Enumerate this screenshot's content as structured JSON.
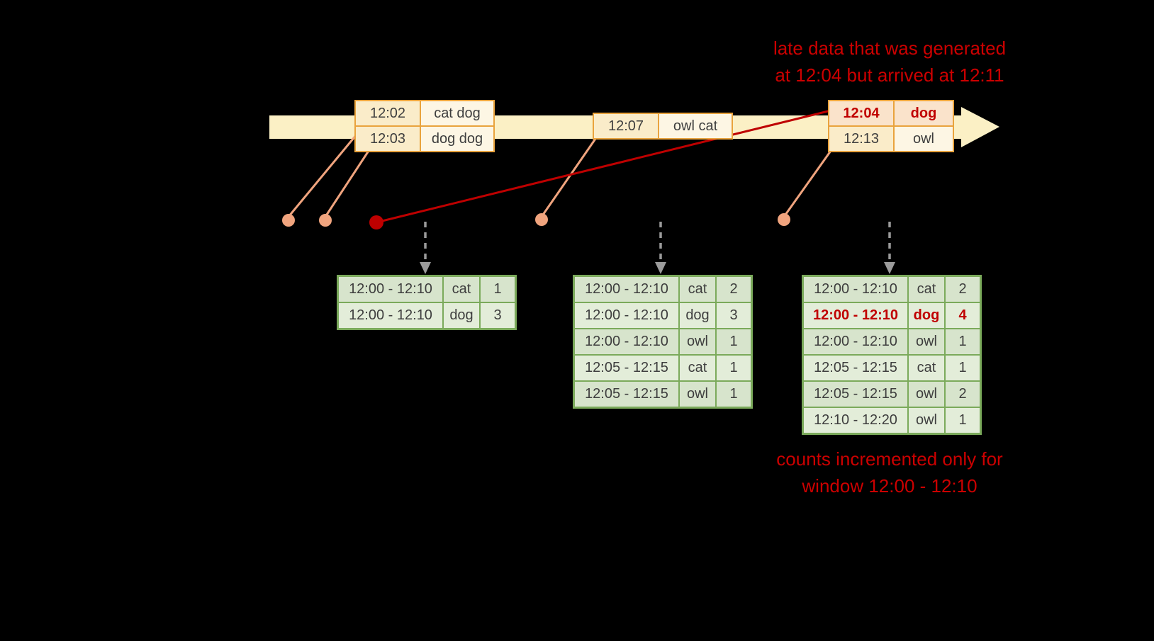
{
  "annotations": {
    "late_data": "late data that was generated\nat 12:04 but arrived at 12:11",
    "counts_incremented": "counts incremented only for\nwindow 12:00 - 12:10"
  },
  "event_tables": [
    {
      "rows": [
        [
          "12:02",
          "cat dog"
        ],
        [
          "12:03",
          "dog dog"
        ]
      ]
    },
    {
      "rows": [
        [
          "12:07",
          "owl cat"
        ]
      ]
    },
    {
      "rows": [
        [
          "12:04",
          "dog"
        ],
        [
          "12:13",
          "owl"
        ]
      ]
    }
  ],
  "result_tables": [
    {
      "rows": [
        [
          "12:00 - 12:10",
          "cat",
          "1"
        ],
        [
          "12:00 - 12:10",
          "dog",
          "3"
        ]
      ]
    },
    {
      "rows": [
        [
          "12:00 - 12:10",
          "cat",
          "2"
        ],
        [
          "12:00 - 12:10",
          "dog",
          "3"
        ],
        [
          "12:00 - 12:10",
          "owl",
          "1"
        ],
        [
          "12:05 - 12:15",
          "cat",
          "1"
        ],
        [
          "12:05 - 12:15",
          "owl",
          "1"
        ]
      ]
    },
    {
      "rows": [
        [
          "12:00 - 12:10",
          "cat",
          "2"
        ],
        [
          "12:00 - 12:10",
          "dog",
          "4"
        ],
        [
          "12:00 - 12:10",
          "owl",
          "1"
        ],
        [
          "12:05 - 12:15",
          "cat",
          "1"
        ],
        [
          "12:05 - 12:15",
          "owl",
          "2"
        ],
        [
          "12:10 - 12:20",
          "owl",
          "1"
        ]
      ]
    }
  ],
  "colors": {
    "background": "#000000",
    "timeline": "#FBF0C5",
    "event_border": "#E9A33D",
    "event_fill": "#FCF3DC",
    "late_fill": "#FAE3CB",
    "result_border": "#7BAA5B",
    "result_fill": "#DDE9D4",
    "late_red": "#C00000",
    "annotation_red": "#CC0000",
    "connector_salmon": "#F0A47E",
    "trigger_gray": "#9B9B9B"
  }
}
